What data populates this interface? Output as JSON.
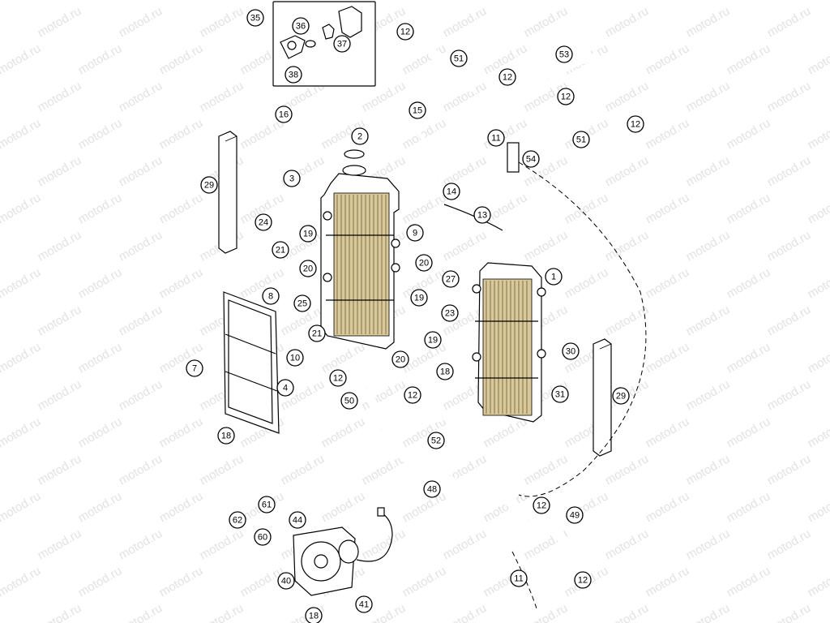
{
  "watermark": {
    "text": "motod.ru"
  },
  "callouts": [
    {
      "id": "c35",
      "label": "35"
    },
    {
      "id": "c36",
      "label": "36"
    },
    {
      "id": "c37",
      "label": "37"
    },
    {
      "id": "c38",
      "label": "38"
    },
    {
      "id": "c16",
      "label": "16"
    },
    {
      "id": "c2",
      "label": "2"
    },
    {
      "id": "c3",
      "label": "3"
    },
    {
      "id": "c29a",
      "label": "29"
    },
    {
      "id": "c24",
      "label": "24"
    },
    {
      "id": "c19a",
      "label": "19"
    },
    {
      "id": "c21a",
      "label": "21"
    },
    {
      "id": "c20a",
      "label": "20"
    },
    {
      "id": "c9",
      "label": "9"
    },
    {
      "id": "c20b",
      "label": "20"
    },
    {
      "id": "c27",
      "label": "27"
    },
    {
      "id": "c19b",
      "label": "19"
    },
    {
      "id": "c23",
      "label": "23"
    },
    {
      "id": "c8",
      "label": "8"
    },
    {
      "id": "c25",
      "label": "25"
    },
    {
      "id": "c21b",
      "label": "21"
    },
    {
      "id": "c10",
      "label": "10"
    },
    {
      "id": "c7",
      "label": "7"
    },
    {
      "id": "c4",
      "label": "4"
    },
    {
      "id": "c18a",
      "label": "18"
    },
    {
      "id": "c19c",
      "label": "19"
    },
    {
      "id": "c20c",
      "label": "20"
    },
    {
      "id": "c18b",
      "label": "18"
    },
    {
      "id": "c1",
      "label": "1"
    },
    {
      "id": "c30",
      "label": "30"
    },
    {
      "id": "c31",
      "label": "31"
    },
    {
      "id": "c29b",
      "label": "29"
    },
    {
      "id": "c12a",
      "label": "12"
    },
    {
      "id": "c51a",
      "label": "51"
    },
    {
      "id": "c12b",
      "label": "12"
    },
    {
      "id": "c53",
      "label": "53"
    },
    {
      "id": "c12c",
      "label": "12"
    },
    {
      "id": "c12d",
      "label": "12"
    },
    {
      "id": "c11a",
      "label": "11"
    },
    {
      "id": "c51b",
      "label": "51"
    },
    {
      "id": "c15",
      "label": "15"
    },
    {
      "id": "c54",
      "label": "54"
    },
    {
      "id": "c14",
      "label": "14"
    },
    {
      "id": "c13",
      "label": "13"
    },
    {
      "id": "c12e",
      "label": "12"
    },
    {
      "id": "c50",
      "label": "50"
    },
    {
      "id": "c12f",
      "label": "12"
    },
    {
      "id": "c52",
      "label": "52"
    },
    {
      "id": "c48",
      "label": "48"
    },
    {
      "id": "c12g",
      "label": "12"
    },
    {
      "id": "c49",
      "label": "49"
    },
    {
      "id": "c11b",
      "label": "11"
    },
    {
      "id": "c12h",
      "label": "12"
    },
    {
      "id": "c61",
      "label": "61"
    },
    {
      "id": "c62",
      "label": "62"
    },
    {
      "id": "c44",
      "label": "44"
    },
    {
      "id": "c60",
      "label": "60"
    },
    {
      "id": "c40",
      "label": "40"
    },
    {
      "id": "c18c",
      "label": "18"
    },
    {
      "id": "c41",
      "label": "41"
    }
  ]
}
